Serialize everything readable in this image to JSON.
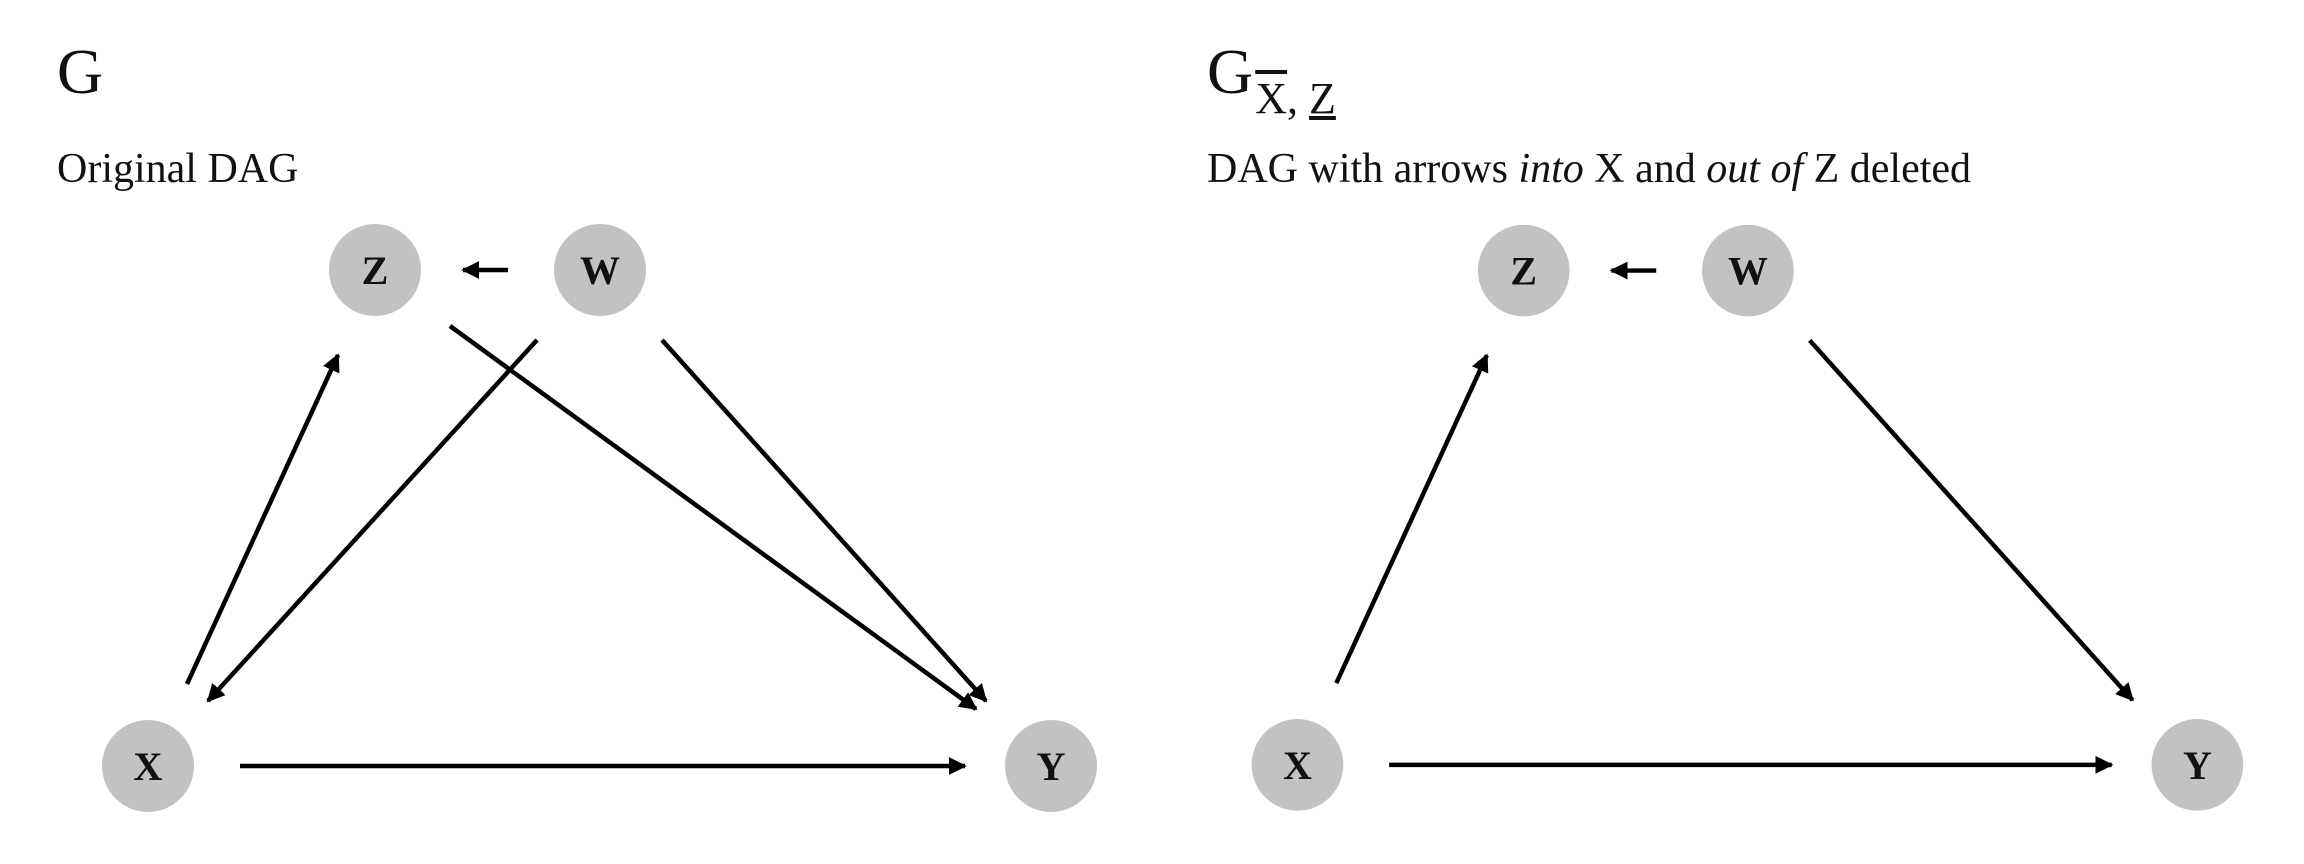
{
  "panels": [
    {
      "title": "G",
      "subtitle": "Original DAG",
      "nodes": [
        {
          "id": "Z",
          "label": "Z"
        },
        {
          "id": "W",
          "label": "W"
        },
        {
          "id": "X",
          "label": "X"
        },
        {
          "id": "Y",
          "label": "Y"
        }
      ],
      "edges": [
        {
          "from": "W",
          "to": "Z"
        },
        {
          "from": "X",
          "to": "Z"
        },
        {
          "from": "W",
          "to": "X"
        },
        {
          "from": "Z",
          "to": "Y"
        },
        {
          "from": "W",
          "to": "Y"
        },
        {
          "from": "X",
          "to": "Y"
        }
      ]
    },
    {
      "title": "G",
      "title_sub_overline": "X",
      "title_sub_sep": ", ",
      "title_sub_underline": "Z",
      "subtitle_parts": [
        "DAG with arrows ",
        "into",
        " X and ",
        "out of",
        " Z deleted"
      ],
      "nodes": [
        {
          "id": "Z",
          "label": "Z"
        },
        {
          "id": "W",
          "label": "W"
        },
        {
          "id": "X",
          "label": "X"
        },
        {
          "id": "Y",
          "label": "Y"
        }
      ],
      "edges": [
        {
          "from": "W",
          "to": "Z"
        },
        {
          "from": "X",
          "to": "Z"
        },
        {
          "from": "W",
          "to": "Y"
        },
        {
          "from": "X",
          "to": "Y"
        }
      ]
    }
  ],
  "colors": {
    "node_fill": "#c2c2c2",
    "edge": "#000000"
  }
}
